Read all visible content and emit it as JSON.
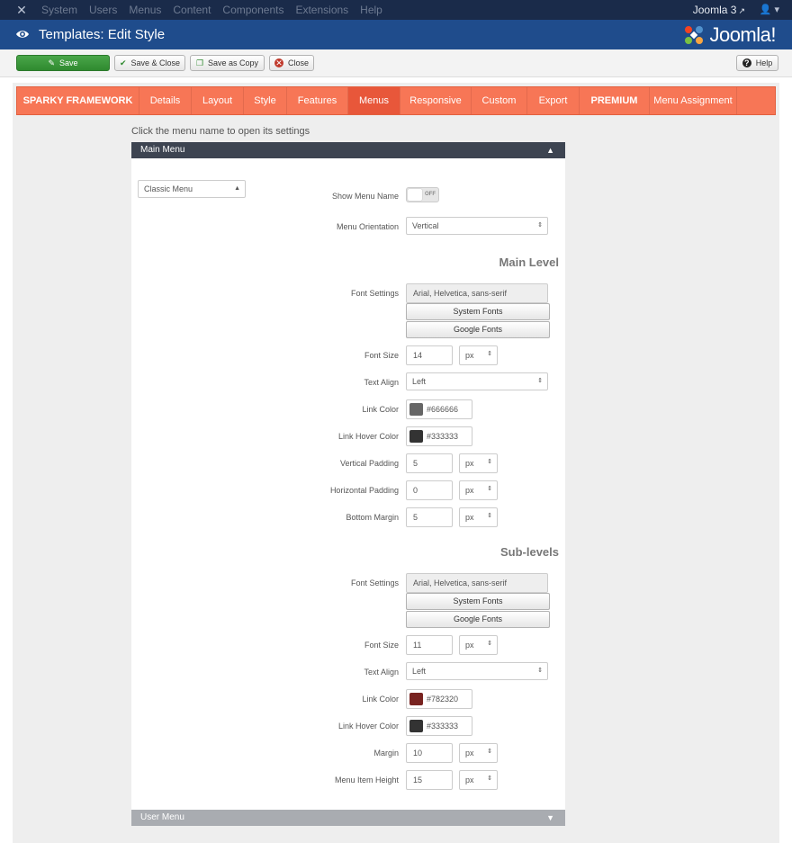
{
  "navbar": {
    "items": [
      "System",
      "Users",
      "Menus",
      "Content",
      "Components",
      "Extensions",
      "Help"
    ],
    "site_link": "Joomla 3",
    "user_menu": "▾"
  },
  "titlebar": {
    "title": "Templates: Edit Style",
    "brand": "Joomla!"
  },
  "toolbar": {
    "save": "Save",
    "save_close": "Save & Close",
    "save_copy": "Save as Copy",
    "close": "Close",
    "help": "Help"
  },
  "tabs": [
    {
      "label": "SPARKY FRAMEWORK"
    },
    {
      "label": "Details"
    },
    {
      "label": "Layout"
    },
    {
      "label": "Style"
    },
    {
      "label": "Features"
    },
    {
      "label": "Menus"
    },
    {
      "label": "Responsive"
    },
    {
      "label": "Custom"
    },
    {
      "label": "Export"
    },
    {
      "label": "PREMIUM"
    },
    {
      "label": "Menu Assignment"
    }
  ],
  "hint": "Click the menu name to open its settings",
  "main_menu": {
    "title": "Main Menu",
    "menu_type": "Classic Menu",
    "show_menu_name_label": "Show Menu Name",
    "show_menu_name_state": "OFF",
    "orientation_label": "Menu Orientation",
    "orientation_value": "Vertical"
  },
  "main_level": {
    "title": "Main Level",
    "font_settings_label": "Font Settings",
    "font_settings_value": "Arial, Helvetica, sans-serif",
    "system_fonts": "System Fonts",
    "google_fonts": "Google Fonts",
    "font_size_label": "Font Size",
    "font_size": "14",
    "font_size_unit": "px",
    "text_align_label": "Text Align",
    "text_align": "Left",
    "link_color_label": "Link Color",
    "link_color": "#666666",
    "link_hover_color_label": "Link Hover Color",
    "link_hover_color": "#333333",
    "vertical_padding_label": "Vertical Padding",
    "vertical_padding": "5",
    "vertical_padding_unit": "px",
    "horizontal_padding_label": "Horizontal Padding",
    "horizontal_padding": "0",
    "horizontal_padding_unit": "px",
    "bottom_margin_label": "Bottom Margin",
    "bottom_margin": "5",
    "bottom_margin_unit": "px"
  },
  "sub_levels": {
    "title": "Sub-levels",
    "font_settings_label": "Font Settings",
    "font_settings_value": "Arial, Helvetica, sans-serif",
    "system_fonts": "System Fonts",
    "google_fonts": "Google Fonts",
    "font_size_label": "Font Size",
    "font_size": "11",
    "font_size_unit": "px",
    "text_align_label": "Text Align",
    "text_align": "Left",
    "link_color_label": "Link Color",
    "link_color": "#782320",
    "link_hover_color_label": "Link Hover Color",
    "link_hover_color": "#333333",
    "margin_label": "Margin",
    "margin": "10",
    "margin_unit": "px",
    "item_height_label": "Menu Item Height",
    "item_height": "15",
    "item_height_unit": "px"
  },
  "user_menu": {
    "title": "User Menu"
  },
  "colors": {
    "tab_bar": "#f77656",
    "tab_active": "#e8573a",
    "navbar": "#1a2b4a",
    "titlebar": "#1f4c8c",
    "save_button": "#3a983a"
  }
}
